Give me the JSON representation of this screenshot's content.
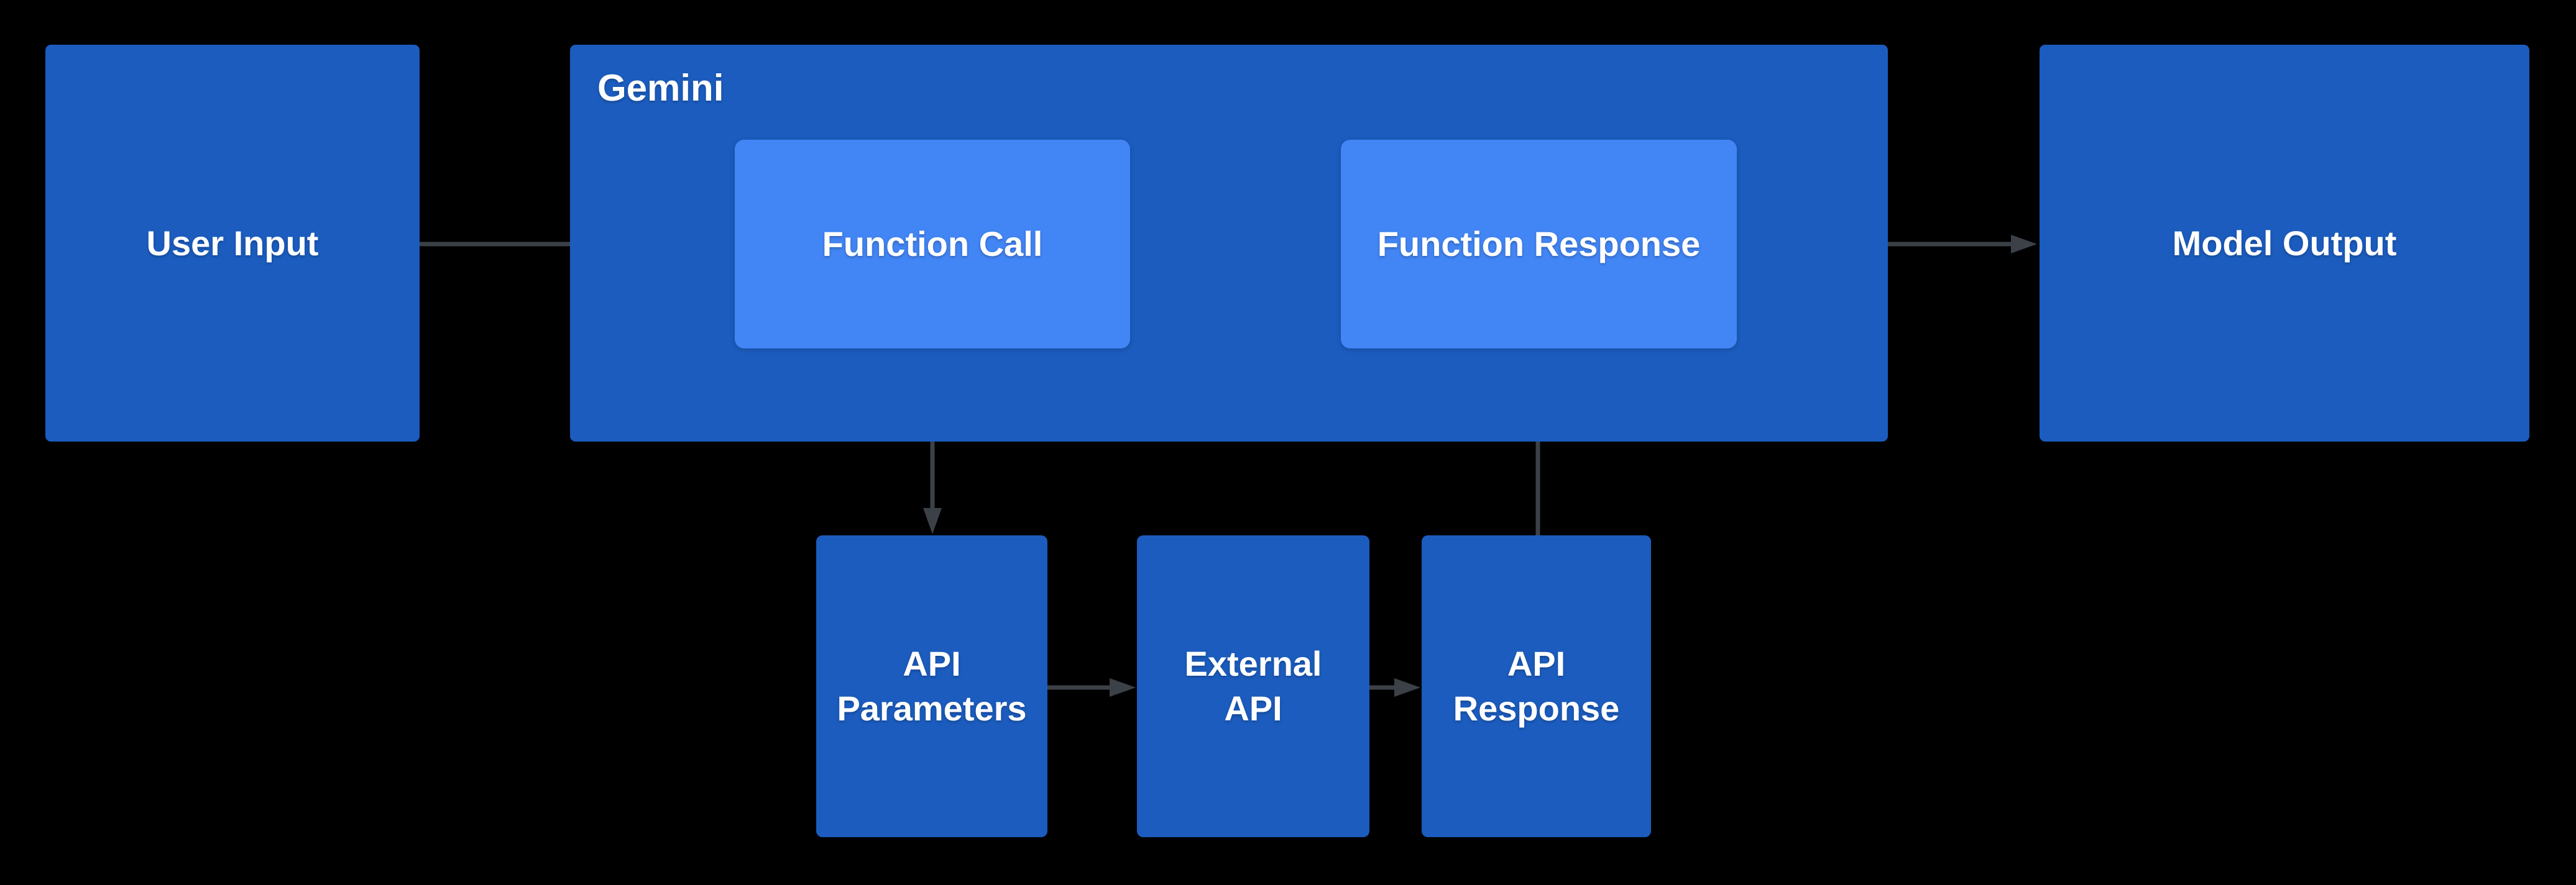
{
  "diagram": {
    "colors": {
      "canvas_bg": "#000000",
      "node_primary": "#1b5cbe",
      "node_light": "#4285f4",
      "arrow": "#3b4147",
      "label_text": "#ffffff"
    },
    "nodes": {
      "user_input": {
        "label": "User Input"
      },
      "gemini_container": {
        "label": "Gemini"
      },
      "function_call": {
        "label": "Function Call"
      },
      "function_response": {
        "label": "Function Response"
      },
      "model_output": {
        "label": "Model Output"
      },
      "api_parameters": {
        "label": "API\nParameters"
      },
      "external_api": {
        "label": "External\nAPI"
      },
      "api_response": {
        "label": "API\nResponse"
      }
    },
    "edges": [
      {
        "from": "user_input",
        "to": "function_call"
      },
      {
        "from": "function_call",
        "to": "api_parameters"
      },
      {
        "from": "api_parameters",
        "to": "external_api"
      },
      {
        "from": "external_api",
        "to": "api_response"
      },
      {
        "from": "api_response",
        "to": "function_response"
      },
      {
        "from": "gemini_container",
        "to": "model_output"
      }
    ]
  }
}
